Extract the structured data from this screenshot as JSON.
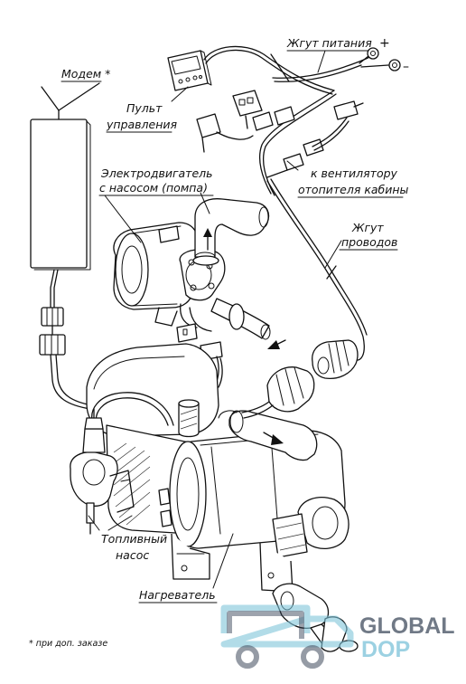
{
  "labels": {
    "modem": "Модем *",
    "control_panel_line1": "Пульт",
    "control_panel_line2": "управления",
    "power_harness": "Жгут питания",
    "motor_pump_line1": "Электродвигатель",
    "motor_pump_line2": "с насосом (помпа)",
    "fan_line1": "к вентилятору",
    "fan_line2": "отопителя кабины",
    "wire_harness_line1": "Жгут",
    "wire_harness_line2": "проводов",
    "fuel_pump_line1": "Топливный",
    "fuel_pump_line2": "насос",
    "heater": "Нагреватель",
    "footnote": "* при доп. заказе",
    "plus": "+",
    "minus": "–"
  },
  "watermark": {
    "line1": "GLOBAL",
    "line2": "DOP",
    "color_primary": "#2e3b4e",
    "color_accent": "#7fc4da"
  }
}
